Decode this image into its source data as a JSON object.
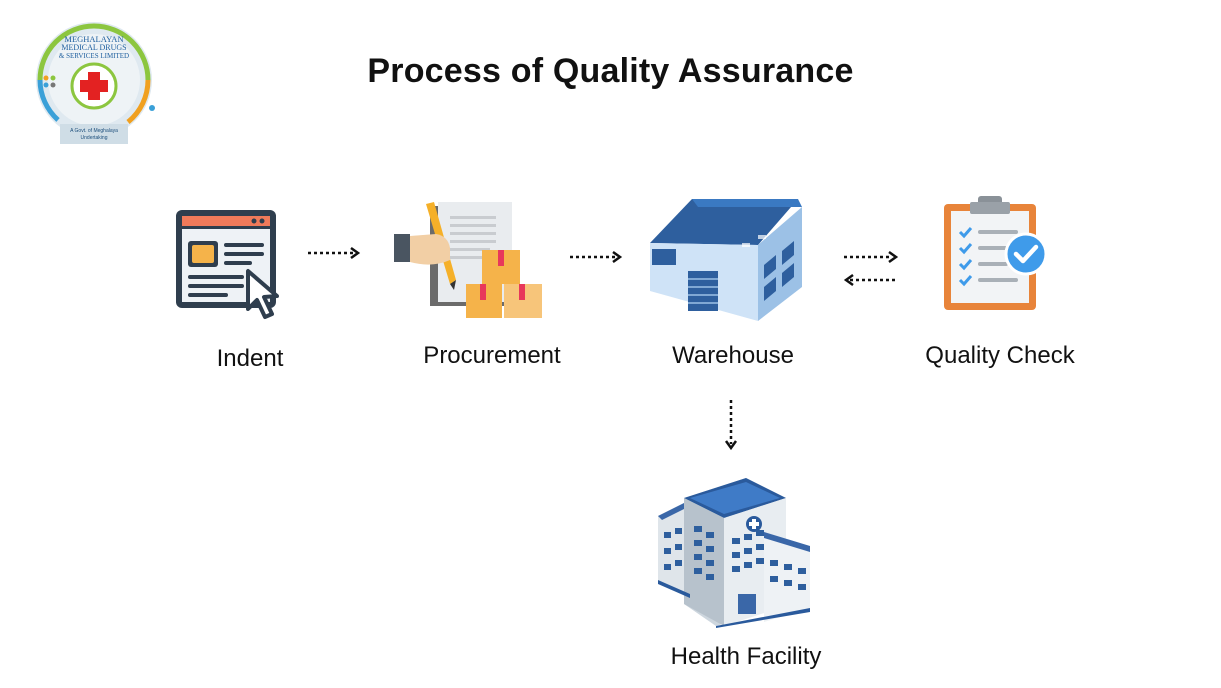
{
  "title": "Process of Quality Assurance",
  "logo": {
    "org_line1": "MEGHALAYAN",
    "org_line2": "MEDICAL DRUGS",
    "org_line3": "& SERVICES LIMITED",
    "tagline_line1": "A Govt. of Meghalaya",
    "tagline_line2": "Undertaking"
  },
  "steps": {
    "indent": "Indent",
    "procurement": "Procurement",
    "warehouse": "Warehouse",
    "quality_check": "Quality Check",
    "health_facility": "Health Facility"
  },
  "colors": {
    "navy": "#2f3e4e",
    "orange": "#f59d3d",
    "blue": "#2f6fb3",
    "check_blue": "#3f9bea",
    "logo_red": "#e32222",
    "logo_green": "#8cc63f"
  }
}
